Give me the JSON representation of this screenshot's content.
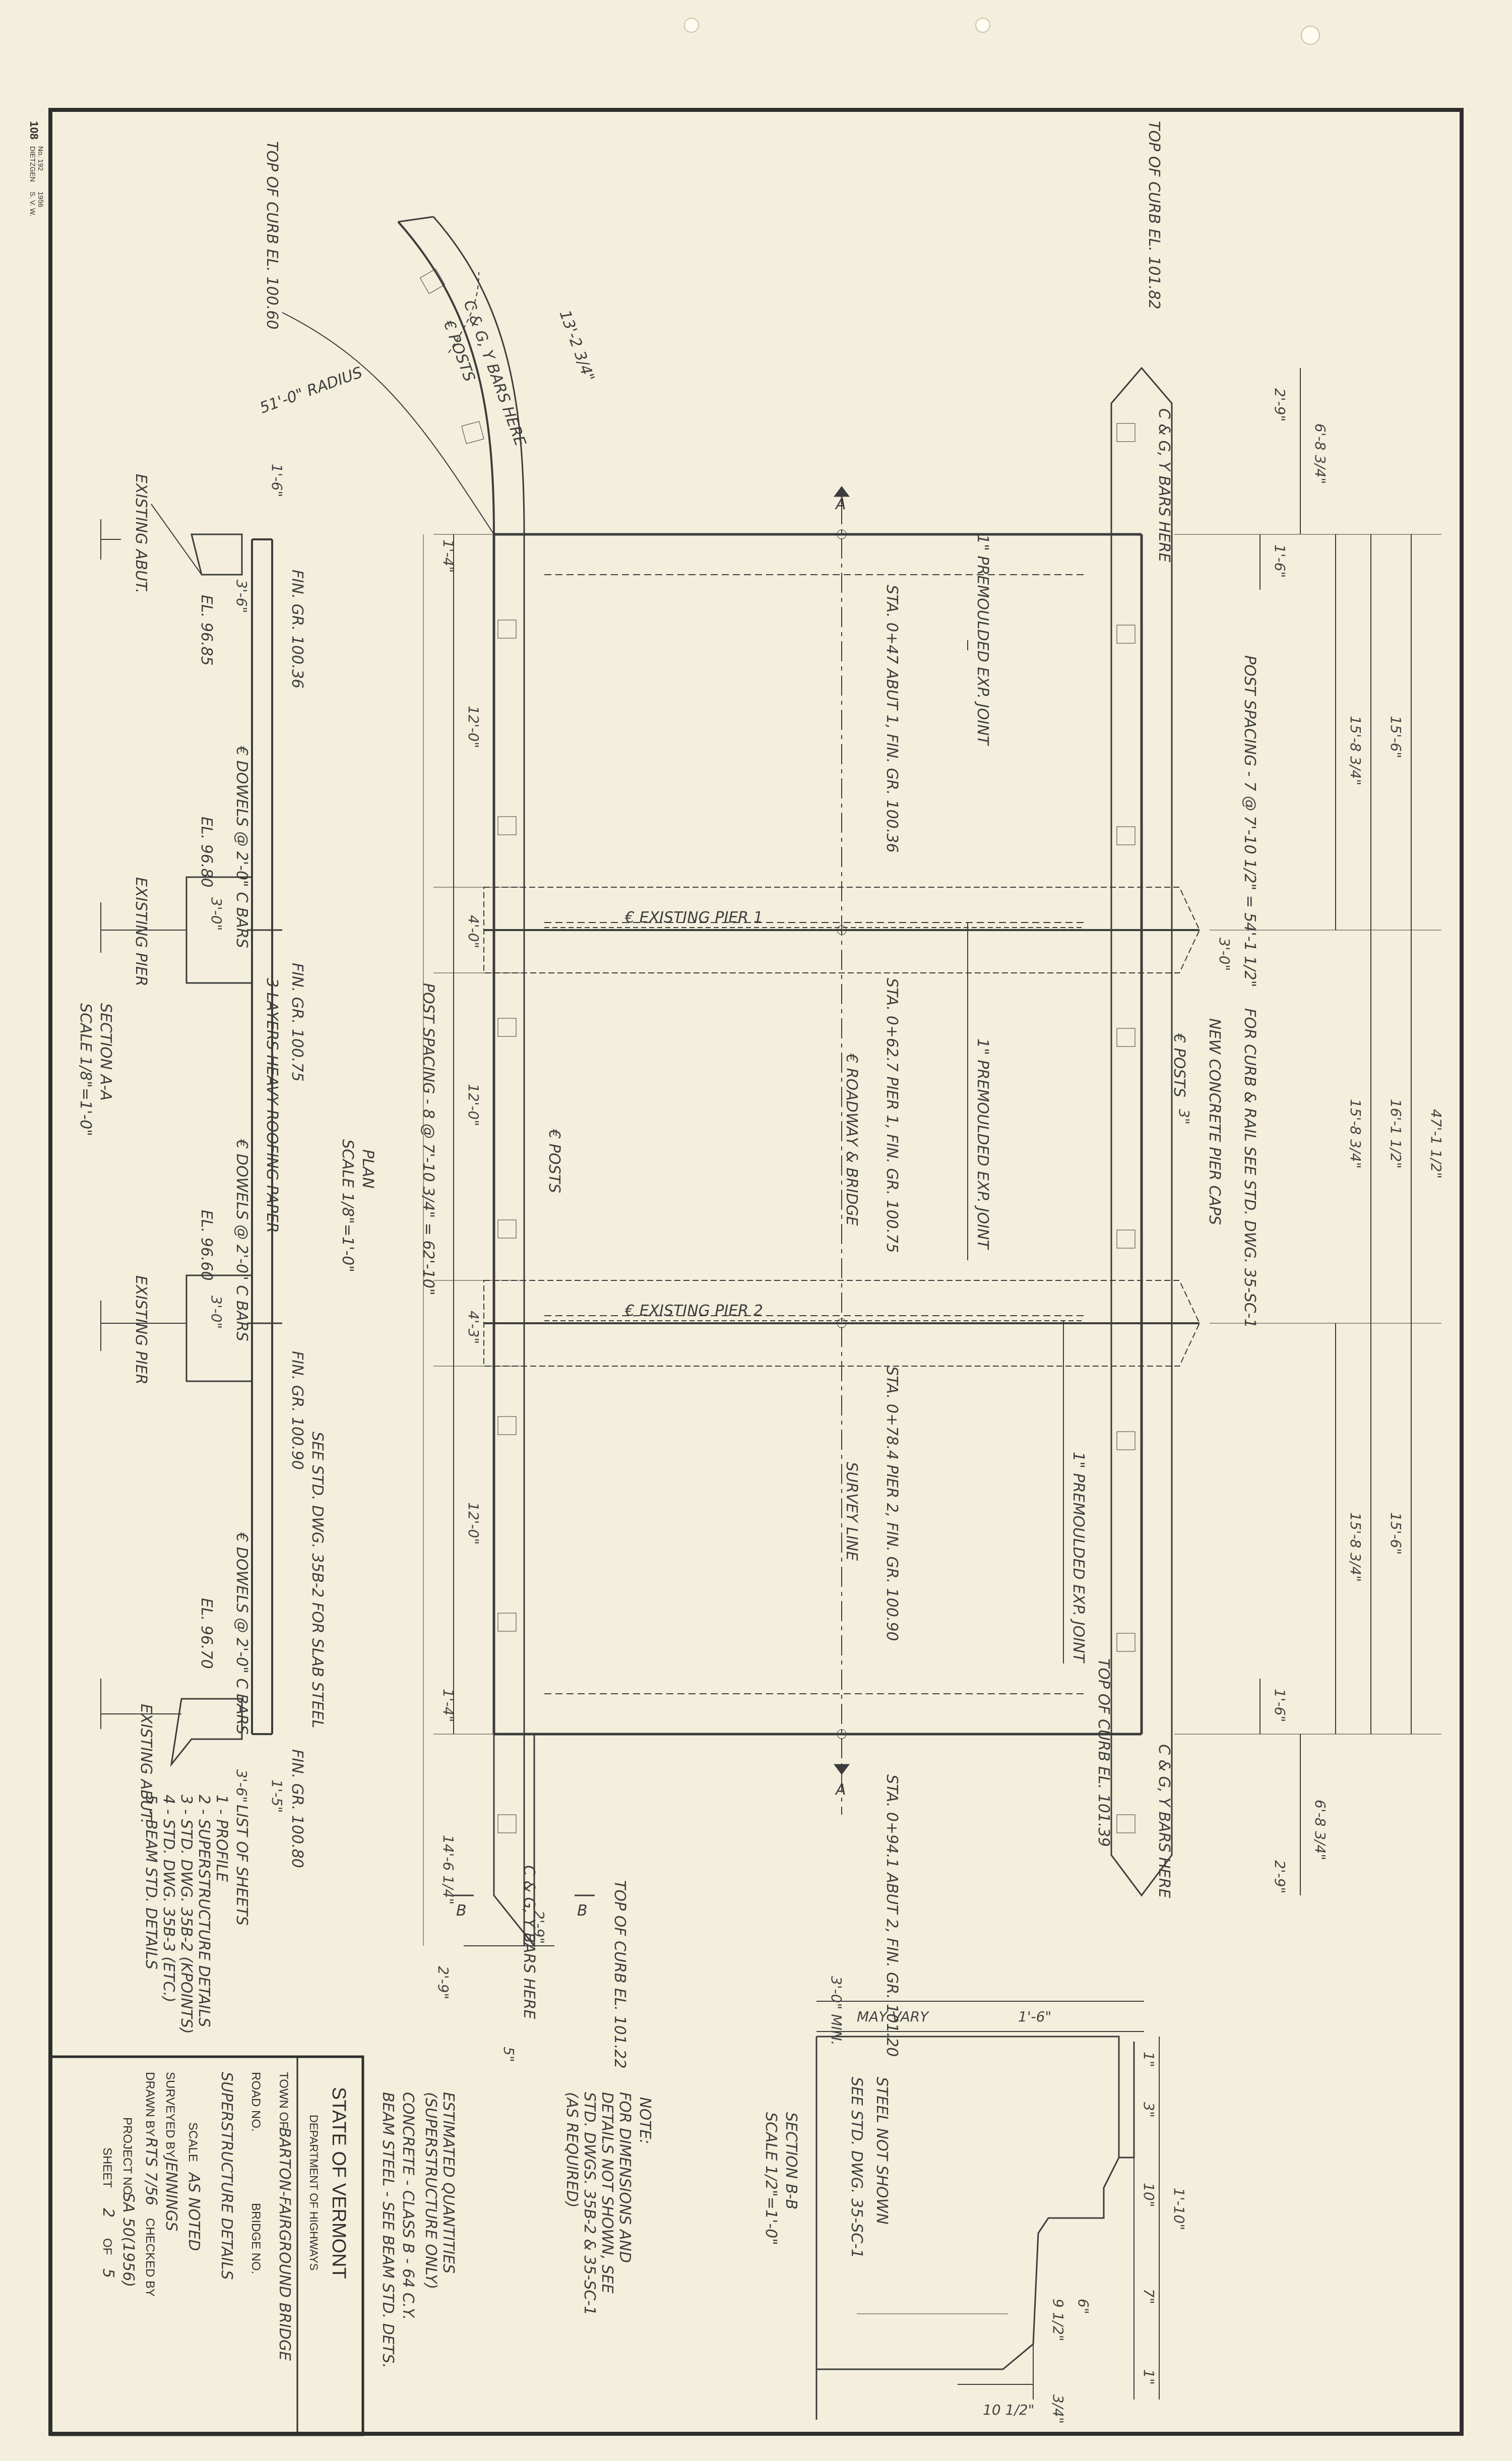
{
  "sheet": {
    "stamp_top_left": "108",
    "stamp_lines": [
      "DIETZGEN",
      "No. 192",
      "S. V. W.",
      "1956"
    ]
  },
  "title_block": {
    "state": "STATE OF VERMONT",
    "department": "DEPARTMENT OF HIGHWAYS",
    "town_label": "TOWN OF",
    "town_value": "BARTON-FAIRGROUND BRIDGE",
    "road_label": "ROAD NO.",
    "bridge_label": "BRIDGE NO.",
    "subject": "SUPERSTRUCTURE DETAILS",
    "scale_label": "SCALE",
    "scale_value": "AS NOTED",
    "surveyed_label": "SURVEYED BY",
    "surveyed_value": "JENNINGS",
    "drawn_label": "DRAWN BY",
    "drawn_value": "RTS 7/56",
    "checked_label": "CHECKED BY",
    "project_label": "PROJECT NO.",
    "project_value": "SA 50(1956)",
    "sheet_label": "SHEET",
    "sheet_value": "2",
    "of_label": "OF",
    "of_value": "5"
  },
  "list_of_sheets": {
    "title": "LIST OF SHEETS",
    "items": [
      "1 - PROFILE",
      "2 - SUPERSTRUCTURE DETAILS",
      "3 - STD. DWG. 35B-2 (KPOINTS)",
      "4 - STD. DWG. 35B-3 (ETC.)",
      "5 - BEAM STD. DETAILS"
    ]
  },
  "estimated_quantities": {
    "title": "ESTIMATED QUANTITIES",
    "subtitle": "(SUPERSTRUCTURE ONLY)",
    "line1": "CONCRETE - CLASS B - 64 C.Y.",
    "line2": "BEAM STEEL - SEE BEAM STD. DETS."
  },
  "note": {
    "title": "NOTE:",
    "lines": [
      "FOR DIMENSIONS AND",
      "DETAILS NOT SHOWN, SEE",
      "STD. DWGS. 35B-2 & 35-SC-1",
      "(AS REQUIRED)"
    ]
  },
  "plan": {
    "title": "PLAN",
    "scale": "SCALE 1/8\"=1'-0\"",
    "labels": {
      "tc_left_top": "TOP OF CURB EL. 100.60",
      "tc_right_top": "TOP OF CURB EL. 101.82",
      "tc_right_bottom": "TOP OF CURB EL. 101.39",
      "tc_left_bottom": "TOP OF CURB EL. 101.22",
      "curve_dim": "13'-2 3/4\"",
      "radius": "51'-0\" RADIUS",
      "bars_here_curve": "C & G, Y BARS HERE",
      "posts_curve": "€ POSTS",
      "post_spacing_right": "POST SPACING - 7 @ 7'-10 1/2\" = 54'-1 1/2\"",
      "post_spacing_left": "POST SPACING - 8 @ 7'-10 3/4\" = 62'-10\"",
      "curb_rail_note": "FOR CURB & RAIL SEE STD. DWG. 35-SC-1",
      "new_caps": "NEW CONCRETE PIER CAPS",
      "posts_right": "€ POSTS",
      "posts_left": "€ POSTS",
      "existing_pier_1": "€ EXISTING PIER 1",
      "existing_pier_2": "€ EXISTING PIER 2",
      "roadway_bridge": "€ ROADWAY & BRIDGE",
      "survey_line": "SURVEY LINE",
      "rubber_joint_1": "1\" PREMOULDED EXP. JOINT",
      "rubber_joint_2": "1\" PREMOULDED EXP. JOINT",
      "rubber_joint_3": "1\" PREMOULDED EXP. JOINT",
      "sta_abut1": "STA. 0+47 ABUT 1, FIN. GR. 100.36",
      "sta_pier1": "STA. 0+62.7 PIER 1, FIN. GR. 100.75",
      "sta_pier2": "STA. 0+78.4 PIER 2, FIN. GR. 100.90",
      "sta_abut2": "STA. 0+94.1 ABUT 2, FIN. GR. 101.20",
      "bars_here_top": "C & G, Y BARS HERE",
      "bars_here_bottom": "C & G, Y BARS HERE",
      "bars_here_left": "C & G, Y BARS HERE",
      "dim_total": "47'-1 1/2\"",
      "dim_15_6_a": "15'-6\"",
      "dim_16_1": "16'-1 1/2\"",
      "dim_15_6_b": "15'-6\"",
      "dim_15_8_a": "15'-8 3/4\"",
      "dim_15_8_b": "15'-8 3/4\"",
      "dim_15_8_c": "15'-8 3/4\"",
      "dim_6_8_top": "6'-8 3/4\"",
      "dim_6_8_bot": "6'-8 3/4\"",
      "dim_2_9_top": "2'-9\"",
      "dim_2_9_bot": "2'-9\"",
      "dim_1_6_top": "1'-6\"",
      "dim_1_6_bot": "1'-6\"",
      "dim_3_0": "3'-0\"",
      "dim_12_0_a": "12'-0\"",
      "dim_12_0_b": "12'-0\"",
      "dim_12_0_c": "12'-0\"",
      "dim_4_0": "4'-0\"",
      "dim_4_3": "4'-3\"",
      "dim_14_6": "14'-6 1/4\"",
      "dim_2_9_left": "2'-9\"",
      "dim_2_9_l2": "2'-9\"",
      "dim_5_a": "5\"",
      "dim_3_a": "3\"",
      "dim_1_4_a": "1'-4\"",
      "dim_1_4_b": "1'-4\"",
      "section_a": "A",
      "section_b": "B"
    }
  },
  "section_aa": {
    "title": "SECTION A-A",
    "scale": "SCALE 1/8\"=1'-0\"",
    "labels": {
      "existing_abut_top": "EXISTING ABUT.",
      "existing_abut_bottom": "EXISTING ABUT.",
      "existing_pier_1": "EXISTING PIER",
      "existing_pier_2": "EXISTING PIER",
      "fin_gr_1": "FIN. GR. 100.36",
      "fin_gr_2": "FIN. GR. 100.75",
      "fin_gr_3": "FIN. GR. 100.90",
      "fin_gr_4": "FIN. GR. 100.80",
      "el_1": "EL. 96.85",
      "el_2": "EL. 96.80",
      "el_3": "EL. 96.60",
      "el_4": "EL. 96.70",
      "dowels_1": "€ DOWELS @ 2'-0\" C BARS",
      "dowels_2": "€ DOWELS @ 2'-0\" C BARS",
      "dowels_3": "€ DOWELS @ 2'-0\" C BARS",
      "roofing": "3 LAYERS HEAVY ROOFING PAPER",
      "slab_std": "SEE STD. DWG. 35B-2 FOR SLAB STEEL",
      "spacing_1": "3'-0\"",
      "spacing_2": "3'-0\"",
      "dim_3_6_a": "3'-6\"",
      "dim_3_6_b": "3'-6\"",
      "dim_1_6": "1'-6\"",
      "dim_1_5": "1'-5\""
    }
  },
  "section_bb": {
    "title": "SECTION B-B",
    "scale": "SCALE 1/2\"=1'-0\"",
    "labels": {
      "min": "3'-0\" MIN.",
      "may_vary": "MAY VARY",
      "dim_1_6": "1'-6\"",
      "steel_not_shown": "STEEL NOT SHOWN",
      "see_std": "SEE STD. DWG. 35-SC-1",
      "dim_1_10": "1'-10\"",
      "dim_1_a": "1\"",
      "dim_3_a": "3\"",
      "dim_10": "10\"",
      "dim_7": "7\"",
      "dim_1_b": "1\"",
      "dim_9_1_2": "9 1/2\"",
      "dim_10_1_2": "10 1/2\"",
      "dim_3_4": "3/4\"",
      "dim_6": "6\""
    }
  }
}
